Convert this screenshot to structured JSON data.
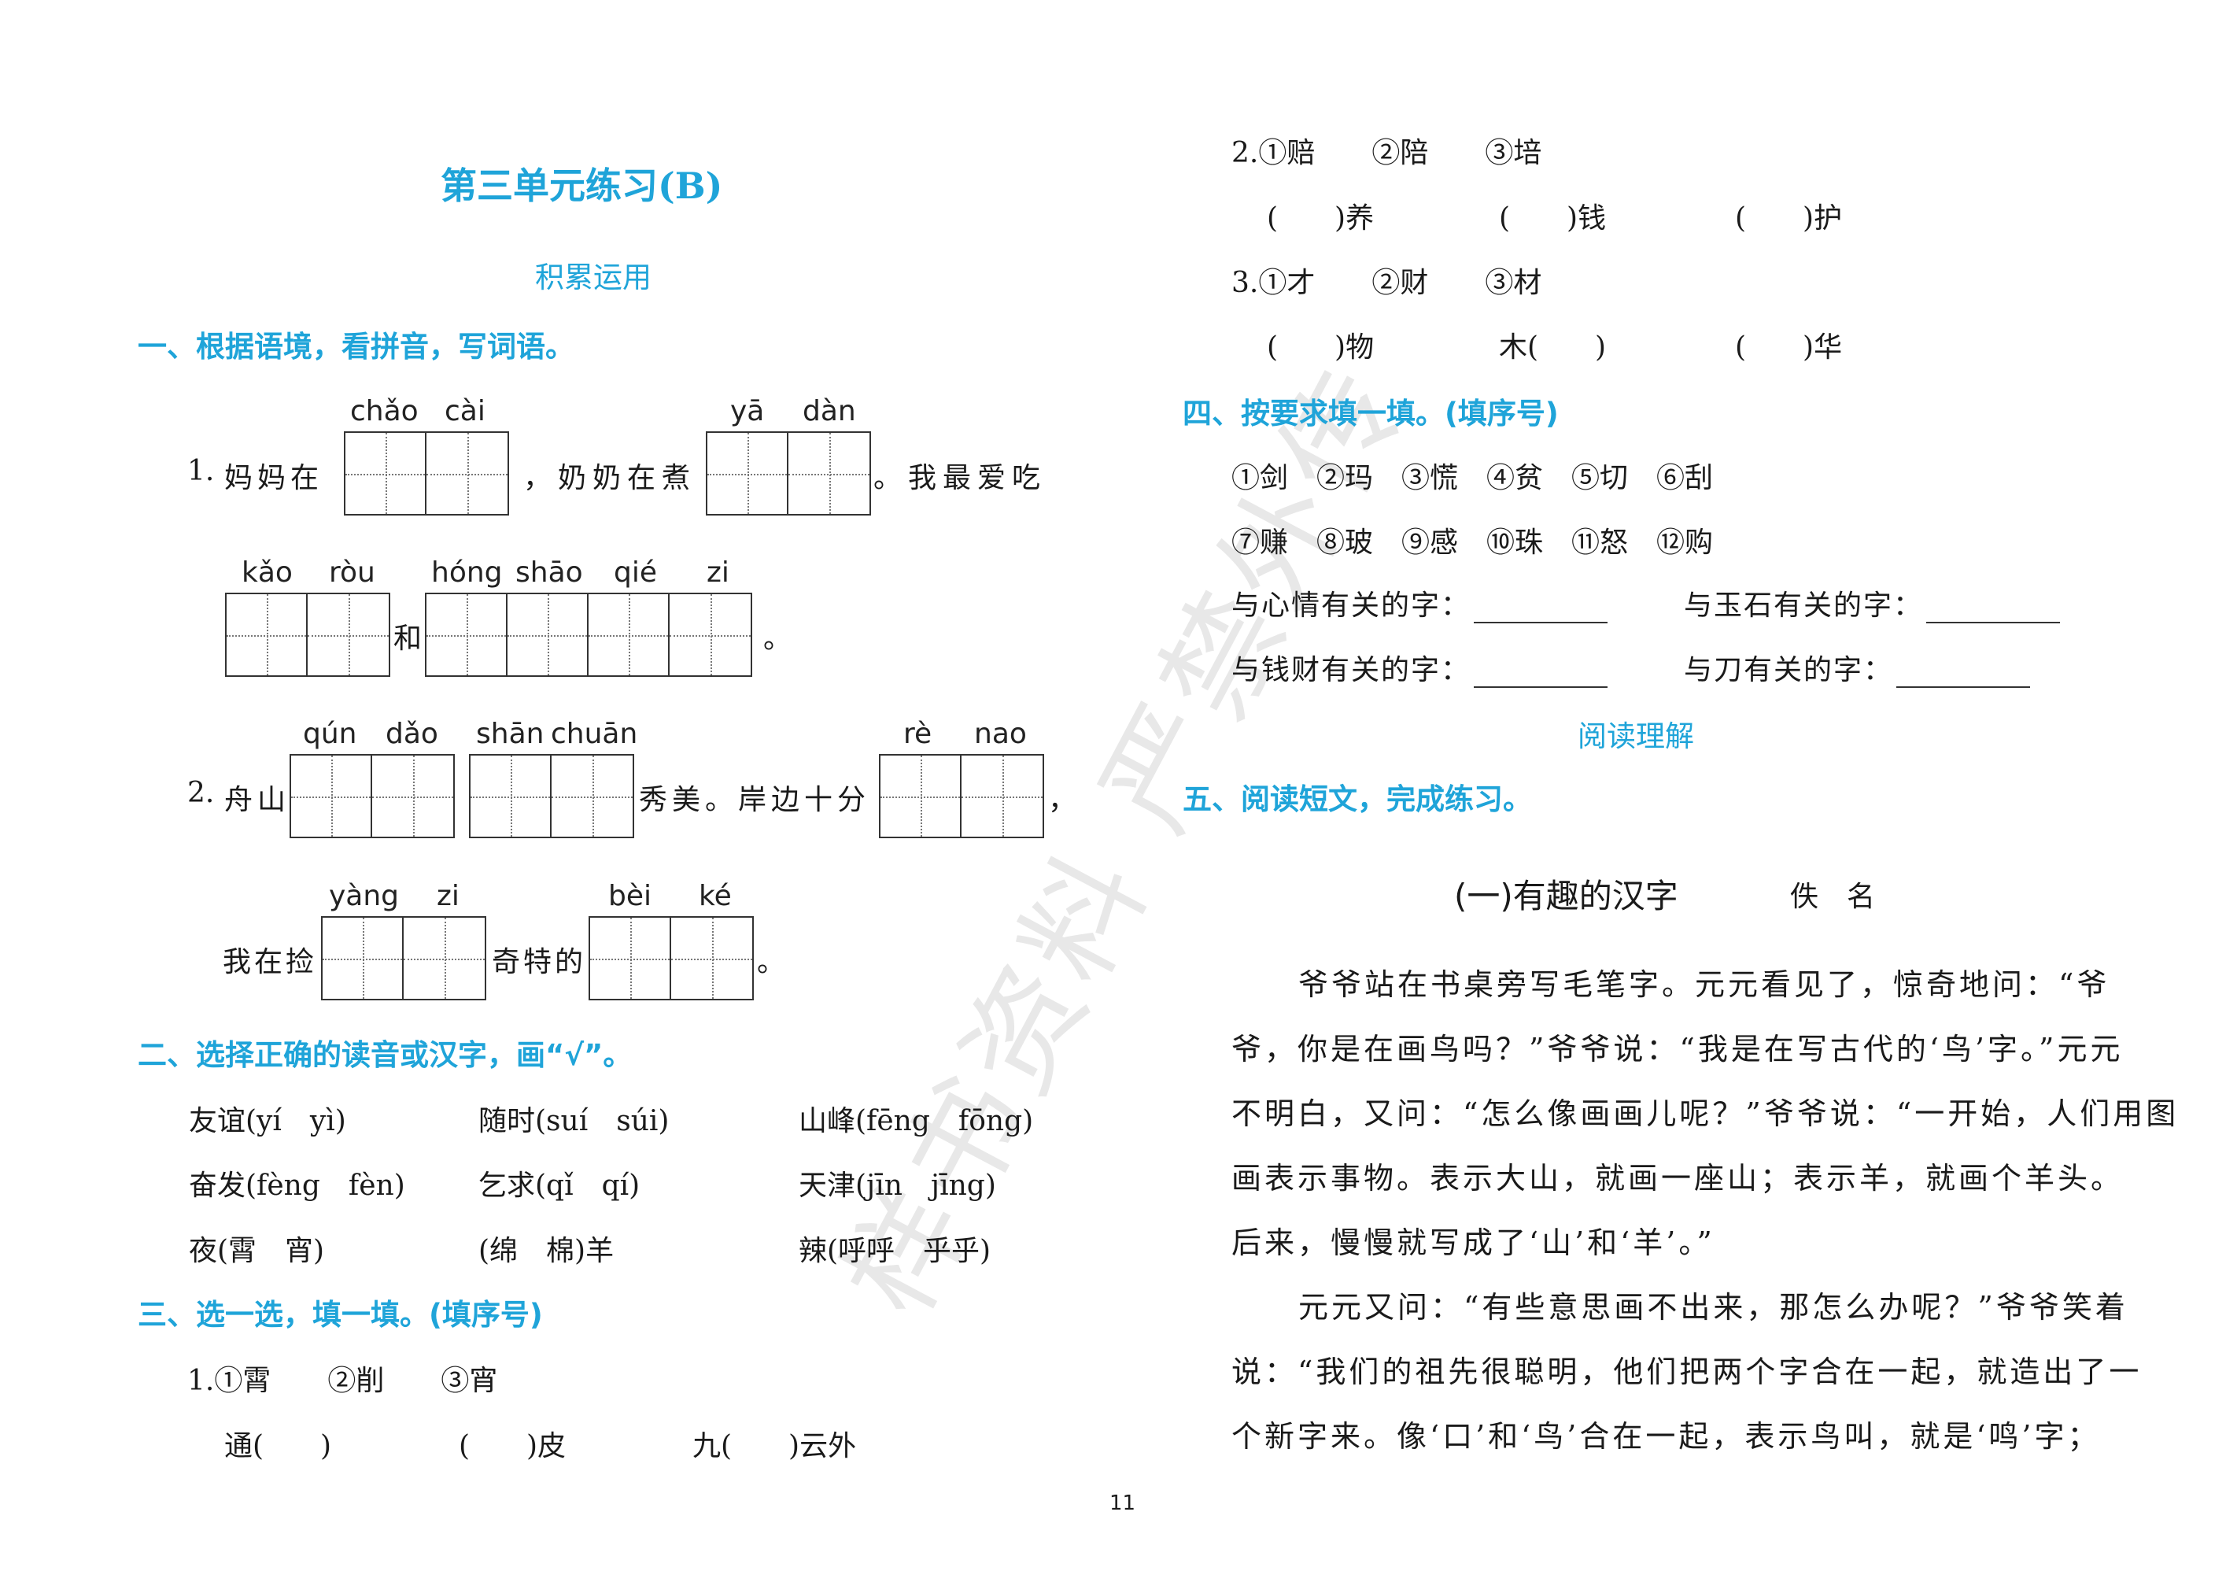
{
  "left": {
    "title": "第三单元练习(B)",
    "subtitle": "积累运用",
    "s1": {
      "heading": "一、根据语境，看拼音，写词语。",
      "q1": {
        "num": "1.",
        "text1": "妈妈在",
        "text2": "，奶奶在煮",
        "text3": "。我最爱吃",
        "text4": "和",
        "text5": "。",
        "py_chao": "chǎo",
        "py_cai": "cài",
        "py_ya": "yā",
        "py_dan": "dàn",
        "py_kao": "kǎo",
        "py_rou": "ròu",
        "py_hong": "hóng",
        "py_shao": "shāo",
        "py_qie": "qié",
        "py_zi": "zi"
      },
      "q2": {
        "num": "2.",
        "text1": "舟山",
        "text2": "秀美。岸边十分",
        "text3": "，",
        "text4": "我在捡",
        "text5": "奇特的",
        "text6": "。",
        "py_qun": "qún",
        "py_dao": "dǎo",
        "py_shan": "shān",
        "py_chuan": "chuān",
        "py_re": "rè",
        "py_nao": "nao",
        "py_yang": "yàng",
        "py_zi": "zi",
        "py_bei": "bèi",
        "py_ke": "ké"
      }
    },
    "s2": {
      "heading": "二、选择正确的读音或汉字，画“√”。",
      "r1": [
        "友谊(yí　yì)",
        "随时(suí　súi)",
        "山峰(fēng　fōng)"
      ],
      "r2": [
        "奋发(fèng　fèn)",
        "乞求(qǐ　qí)",
        "天津(jīn　jīng)"
      ],
      "r3": [
        "夜(霄　宵)",
        "(绵　棉)羊",
        "辣(呼呼　乎乎)"
      ]
    },
    "s3": {
      "heading": "三、选一选，填一填。(填序号)",
      "q1": "1.①霄　　②削　　③宵",
      "q1_items": [
        "通(　　)",
        "(　　)皮",
        "九(　　)云外"
      ]
    },
    "page_number": "11"
  },
  "right": {
    "q2": "2.①赔　　②陪　　③培",
    "q2_items": [
      "(　　)养",
      "(　　)钱",
      "(　　)护"
    ],
    "q3": "3.①才　　②财　　③材",
    "q3_items": [
      "(　　)物",
      "木(　　)",
      "(　　)华"
    ],
    "s4": {
      "heading": "四、按要求填一填。(填序号)",
      "row1": "①剑　②玛　③慌　④贫　⑤切　⑥刮",
      "row2": "⑦赚　⑧玻　⑨感　⑩珠　⑪怒　⑫购",
      "f1": "与心情有关的字：",
      "f2": "与玉石有关的字：",
      "f3": "与钱财有关的字：",
      "f4": "与刀有关的字："
    },
    "reading_title": "阅读理解",
    "s5": {
      "heading": "五、阅读短文，完成练习。",
      "story_title": "(一)有趣的汉字",
      "author": "佚　名",
      "lines": [
        "爷爷站在书桌旁写毛笔字。元元看见了，惊奇地问：“爷",
        "爷，你是在画鸟吗？”爷爷说：“我是在写古代的‘鸟’字。”元元",
        "不明白，又问：“怎么像画画儿呢？”爷爷说：“一开始，人们用图",
        "画表示事物。表示大山，就画一座山；表示羊，就画个羊头。",
        "后来，慢慢就写成了‘山’和‘羊’。”",
        "元元又问：“有些意思画不出来，那怎么办呢？”爷爷笑着",
        "说：“我们的祖先很聪明，他们把两个字合在一起，就造出了一",
        "个新字来。像‘口’和‘鸟’合在一起，表示鸟叫，就是‘鸣’字；"
      ]
    }
  },
  "watermark": "样书资料 严禁外传"
}
